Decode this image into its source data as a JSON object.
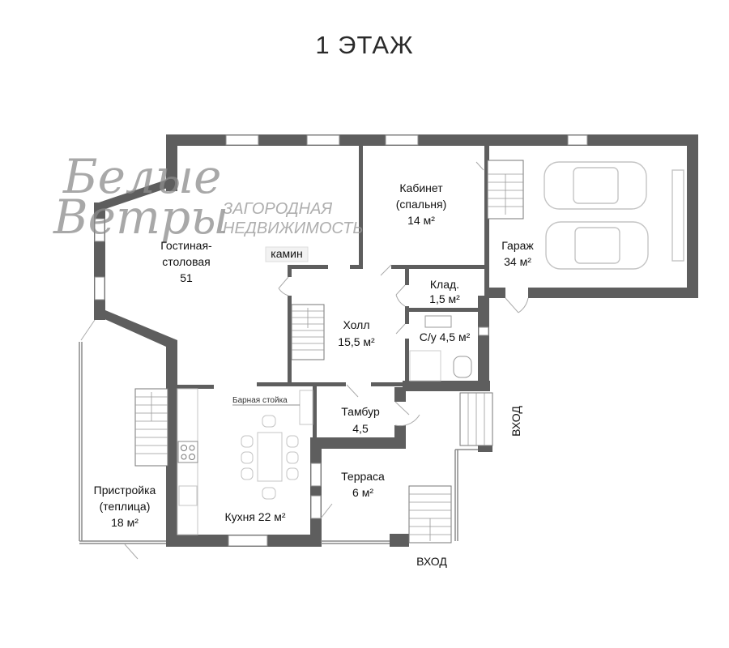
{
  "title": "1 ЭТАЖ",
  "watermark": {
    "script_line1": "Белые",
    "script_line2": "Ветры",
    "tagline_line1": "ЗАГОРОДНАЯ",
    "tagline_line2": "НЕДВИЖИМОСТЬ"
  },
  "rooms": {
    "living": {
      "name_line1": "Гостиная-",
      "name_line2": "столовая",
      "area": "51"
    },
    "fireplace": {
      "label": "камин"
    },
    "study": {
      "name_line1": "Кабинет",
      "name_line2": "(спальня)",
      "area": "14 м²"
    },
    "garage": {
      "name": "Гараж",
      "area": "34 м²"
    },
    "storage": {
      "name": "Клад.",
      "area": "1,5 м²"
    },
    "hall": {
      "name": "Холл",
      "area": "15,5 м²"
    },
    "bathroom": {
      "label": "С/у 4,5 м²"
    },
    "vestibule": {
      "name": "Тамбур",
      "area": "4,5"
    },
    "terrace": {
      "name": "Терраса",
      "area": "6 м²"
    },
    "kitchen": {
      "label": "Кухня 22 м²",
      "bar_counter": "Барная стойка"
    },
    "annex": {
      "name_line1": "Пристройка",
      "name_line2": "(теплица)",
      "area": "18 м²"
    }
  },
  "entrances": {
    "side": "ВХОД",
    "bottom": "ВХОД"
  },
  "colors": {
    "wall": "#5e5e5e",
    "text": "#111111",
    "fixture": "#bdbdbd",
    "watermark": "#8c8c8c"
  }
}
